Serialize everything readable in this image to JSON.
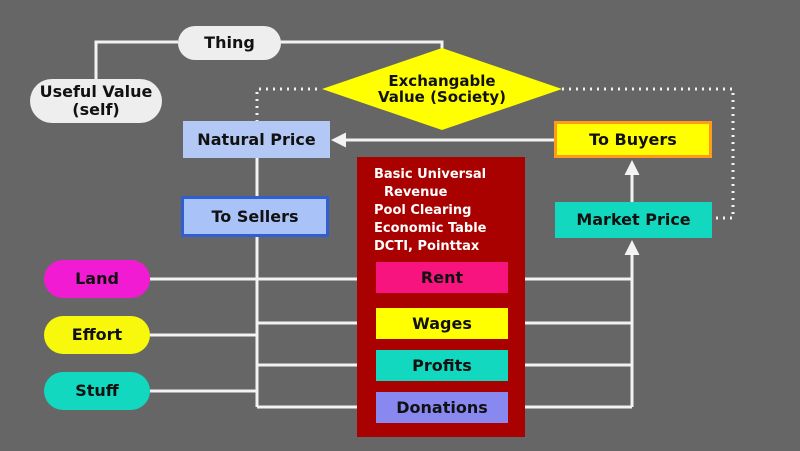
{
  "nodes": {
    "thing": "Thing",
    "useful_value": "Useful Value\n(self)",
    "exchangable_value": "Exchangable\nValue (Society)",
    "natural_price": "Natural Price",
    "to_buyers": "To Buyers",
    "to_sellers": "To Sellers",
    "market_price": "Market Price",
    "land": "Land",
    "effort": "Effort",
    "stuff": "Stuff",
    "rent": "Rent",
    "wages": "Wages",
    "profits": "Profits",
    "donations": "Donations"
  },
  "revenue_panel": {
    "line1": "Basic Universal",
    "line2": "Revenue",
    "line3": "Pool Clearing",
    "line4": "Economic Table",
    "line5": "DCTI, Pointtax"
  },
  "colors": {
    "background": "#666666",
    "pill_gray": "#eeeeee",
    "diamond_yellow": "#ffff00",
    "natural_price_blue": "#b3c8f4",
    "to_sellers_blue": "#a9c2f7",
    "to_sellers_border": "#2f5fd0",
    "to_buyers_yellow": "#ffff00",
    "to_buyers_border": "#ff9a1a",
    "market_price_teal": "#12d8c0",
    "land_magenta": "#f21bd4",
    "effort_yellow": "#f8f80c",
    "stuff_teal": "#12d8c0",
    "panel_red": "#a90000",
    "rent_pink": "#f8147f",
    "wages_yellow": "#ffff00",
    "profits_teal": "#12d8c0",
    "donations_purple": "#8888f0"
  }
}
